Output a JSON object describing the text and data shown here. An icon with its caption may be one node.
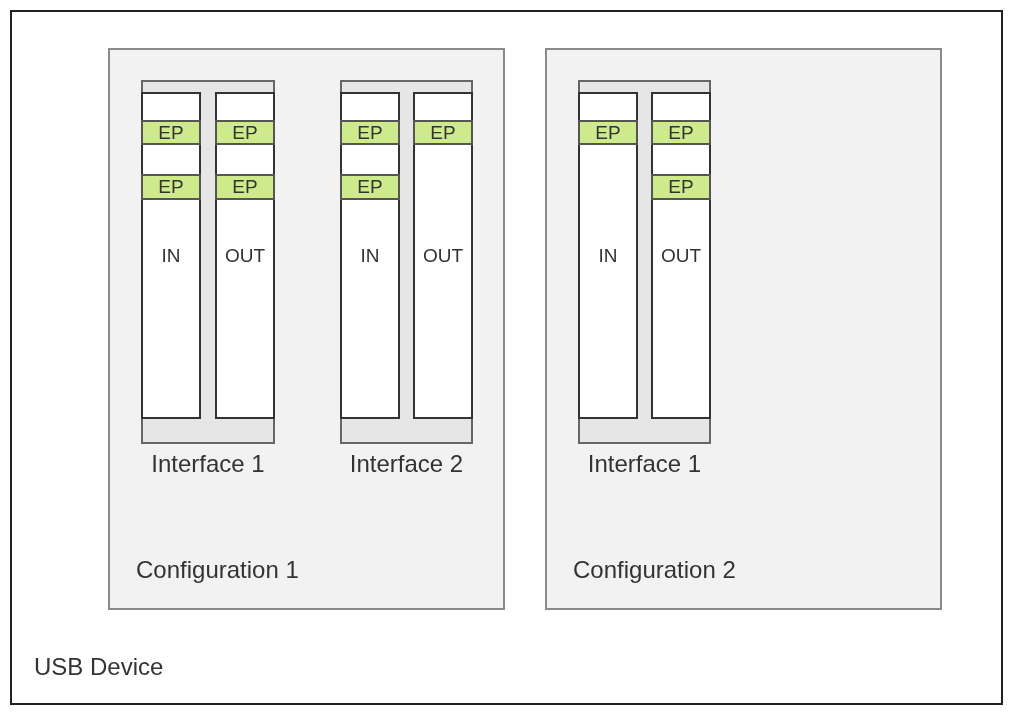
{
  "diagram": {
    "nodes": [
      {
        "text": [
          "USB Device"
        ]
      },
      {
        "text": [
          "Configuration 1"
        ],
        "in": 0
      },
      {
        "text": [
          "Interface 1"
        ],
        "in": 1
      },
      {
        "text": [
          "IN"
        ],
        "in": 2
      },
      {
        "text": [
          "EP"
        ],
        "in": 3
      },
      {
        "text": [
          "EP"
        ],
        "in": 3
      },
      {
        "text": [
          "OUT"
        ],
        "in": 2
      },
      {
        "text": [
          "EP"
        ],
        "in": 6
      },
      {
        "text": [
          "EP"
        ],
        "in": 6
      },
      {
        "text": [
          "Interface 2"
        ],
        "in": 1
      },
      {
        "text": [
          "IN"
        ],
        "in": 9
      },
      {
        "text": [
          "EP"
        ],
        "in": 10
      },
      {
        "text": [
          "EP"
        ],
        "in": 10
      },
      {
        "text": [
          "OUT"
        ],
        "in": 9
      },
      {
        "text": [
          "EP"
        ],
        "in": 13
      },
      {
        "text": [
          "Configuration 2"
        ],
        "in": 0
      },
      {
        "text": [
          "Interface 1"
        ],
        "in": 15
      },
      {
        "text": [
          "IN"
        ],
        "in": 16
      },
      {
        "text": [
          "EP"
        ],
        "in": 17
      },
      {
        "text": [
          "OUT"
        ],
        "in": 16
      },
      {
        "text": [
          "EP"
        ],
        "in": 19
      },
      {
        "text": [
          "EP"
        ],
        "in": 19
      }
    ]
  }
}
